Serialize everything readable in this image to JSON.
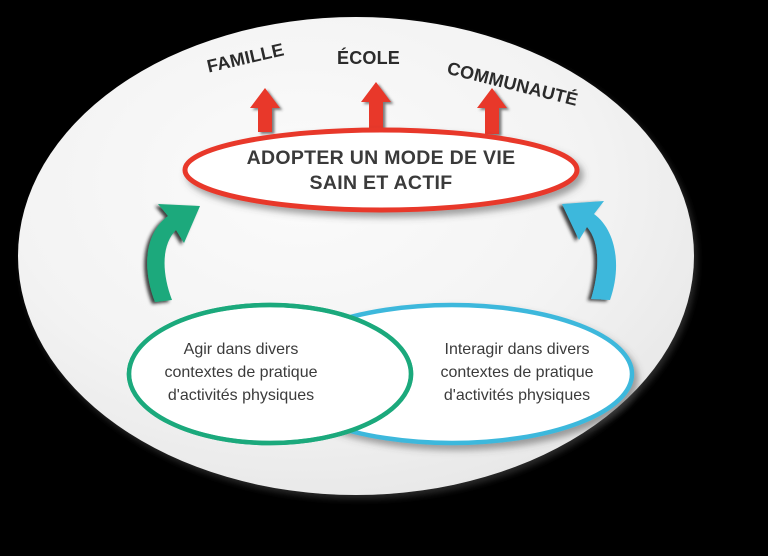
{
  "diagram": {
    "title_top_labels": [
      {
        "id": "famille",
        "text": "FAMILLE"
      },
      {
        "id": "ecole",
        "text": "ÉCOLE"
      },
      {
        "id": "communaute",
        "text": "COMMUNAUTÉ"
      }
    ],
    "center_node": {
      "line1": "ADOPTER UN MODE DE VIE",
      "line2": "SAIN ET ACTIF",
      "border_color": "#E8392B",
      "fill_color": "#FFFFFF",
      "text_color": "#3A3A3A"
    },
    "left_node": {
      "line1": "Agir dans divers",
      "line2": "contextes de pratique",
      "line3": "d'activités physiques",
      "border_color": "#1BA97C",
      "fill_color": "#FFFFFF",
      "text_color": "#3B3B3B"
    },
    "right_node": {
      "line1": "Interagir dans divers",
      "line2": "contextes de pratique",
      "line3": "d'activités physiques",
      "border_color": "#3DB8DC",
      "fill_color": "#FFFFFF",
      "text_color": "#3B3B3B"
    },
    "arrows": {
      "up_arrow_color": "#E8392B",
      "left_curved_arrow_color": "#1BA97C",
      "right_curved_arrow_color": "#3DB8DC",
      "arrow_shadow_color": "#2d2d2d"
    },
    "backdrop": {
      "fill_color": "#F1F1F1",
      "shape": "ellipse"
    },
    "page_background": "#000000"
  }
}
